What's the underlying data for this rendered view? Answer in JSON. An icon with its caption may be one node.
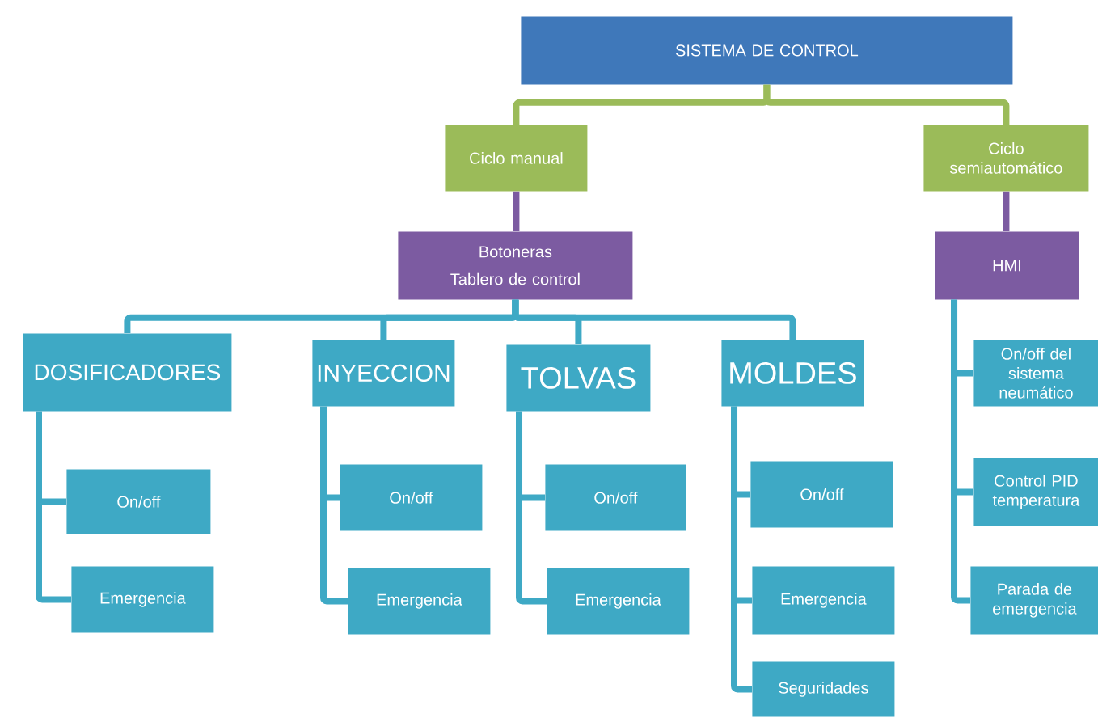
{
  "diagram": {
    "nodes": [
      {
        "text": [
          "SISTEMA DE CONTROL"
        ]
      },
      {
        "text": [
          "Ciclo manual"
        ]
      },
      {
        "text": [
          "Ciclo semiautomático"
        ]
      },
      {
        "text": [
          "Botoneras",
          "Tablero de control"
        ]
      },
      {
        "text": [
          "HMI"
        ]
      },
      {
        "text": [
          "DOSIFICADORES"
        ]
      },
      {
        "text": [
          "INYECCION"
        ]
      },
      {
        "text": [
          "TOLVAS"
        ]
      },
      {
        "text": [
          "MOLDES"
        ]
      },
      {
        "text": [
          "On/off"
        ]
      },
      {
        "text": [
          "Emergencia"
        ]
      },
      {
        "text": [
          "On/off"
        ]
      },
      {
        "text": [
          "Emergencia"
        ]
      },
      {
        "text": [
          "On/off"
        ]
      },
      {
        "text": [
          "Emergencia"
        ]
      },
      {
        "text": [
          "On/off"
        ]
      },
      {
        "text": [
          "Emergencia"
        ]
      },
      {
        "text": [
          "Seguridades"
        ]
      },
      {
        "text": [
          "On/off del sistema neumático"
        ]
      },
      {
        "text": [
          "Control PID temperatura"
        ]
      },
      {
        "text": [
          "Parada de emergencia"
        ]
      }
    ],
    "edges": [
      {
        "from": 0,
        "to": 1,
        "arrow": "none",
        "color": "#9bbb59"
      },
      {
        "from": 0,
        "to": 2,
        "arrow": "none",
        "color": "#9bbb59"
      },
      {
        "from": 1,
        "to": 3,
        "arrow": "none",
        "color": "#7c5ba1"
      },
      {
        "from": 2,
        "to": 4,
        "arrow": "none",
        "color": "#7c5ba1"
      },
      {
        "from": 3,
        "to": 5,
        "arrow": "none"
      },
      {
        "from": 3,
        "to": 6,
        "arrow": "none"
      },
      {
        "from": 3,
        "to": 7,
        "arrow": "none"
      },
      {
        "from": 3,
        "to": 8,
        "arrow": "none"
      },
      {
        "from": 5,
        "to": 9,
        "arrow": "none"
      },
      {
        "from": 5,
        "to": 10,
        "arrow": "none"
      },
      {
        "from": 6,
        "to": 11,
        "arrow": "none"
      },
      {
        "from": 6,
        "to": 12,
        "arrow": "none"
      },
      {
        "from": 7,
        "to": 13,
        "arrow": "none"
      },
      {
        "from": 7,
        "to": 14,
        "arrow": "none"
      },
      {
        "from": 8,
        "to": 15,
        "arrow": "none"
      },
      {
        "from": 8,
        "to": 16,
        "arrow": "none"
      },
      {
        "from": 8,
        "to": 17,
        "arrow": "none"
      },
      {
        "from": 4,
        "to": 18,
        "arrow": "none"
      },
      {
        "from": 4,
        "to": 19,
        "arrow": "none"
      },
      {
        "from": 4,
        "to": 20,
        "arrow": "none"
      }
    ]
  }
}
